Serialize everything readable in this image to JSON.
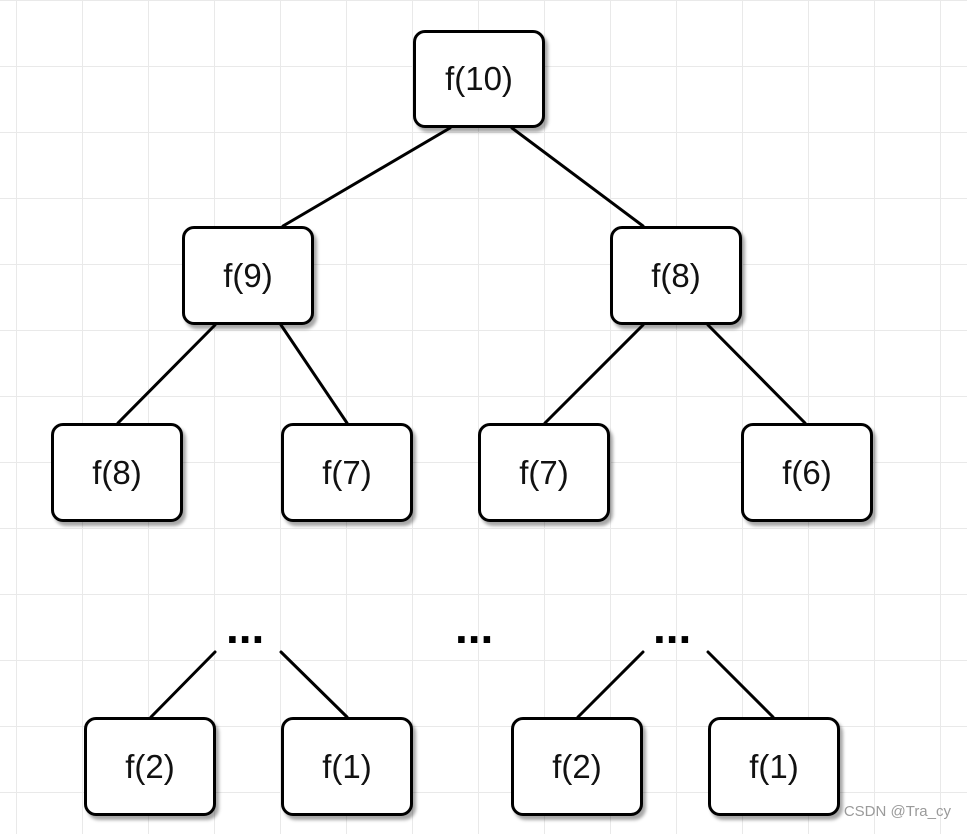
{
  "diagram": {
    "nodes": {
      "root": "f(10)",
      "l1_left": "f(9)",
      "l1_right": "f(8)",
      "l2_a": "f(8)",
      "l2_b": "f(7)",
      "l2_c": "f(7)",
      "l2_d": "f(6)",
      "l3_a": "f(2)",
      "l3_b": "f(1)",
      "l3_c": "f(2)",
      "l3_d": "f(1)"
    },
    "ellipsis": [
      "...",
      "...",
      "..."
    ]
  },
  "watermark": "CSDN @Tra_cy"
}
